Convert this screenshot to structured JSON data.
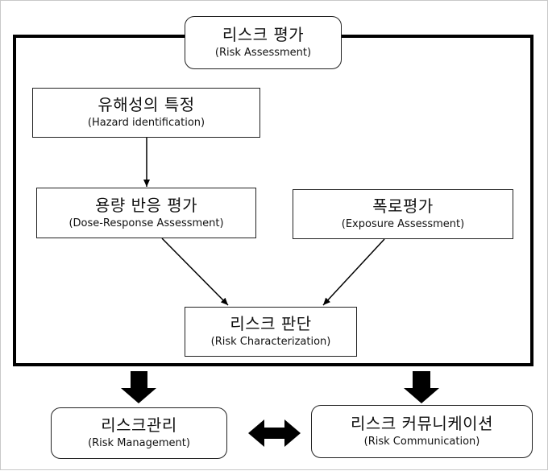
{
  "diagram": {
    "risk_assessment": {
      "ko": "리스크 평가",
      "en": "(Risk Assessment)"
    },
    "hazard_identification": {
      "ko": "유해성의 특정",
      "en": "(Hazard identification)"
    },
    "dose_response": {
      "ko": "용량 반응 평가",
      "en": "(Dose-Response Assessment)"
    },
    "exposure": {
      "ko": "폭로평가",
      "en": "(Exposure Assessment)"
    },
    "risk_characterization": {
      "ko": "리스크 판단",
      "en": "(Risk Characterization)"
    },
    "risk_management": {
      "ko": "리스크관리",
      "en": "(Risk Management)"
    },
    "risk_communication": {
      "ko": "리스크 커뮤니케이션",
      "en": "(Risk Communication)"
    }
  }
}
